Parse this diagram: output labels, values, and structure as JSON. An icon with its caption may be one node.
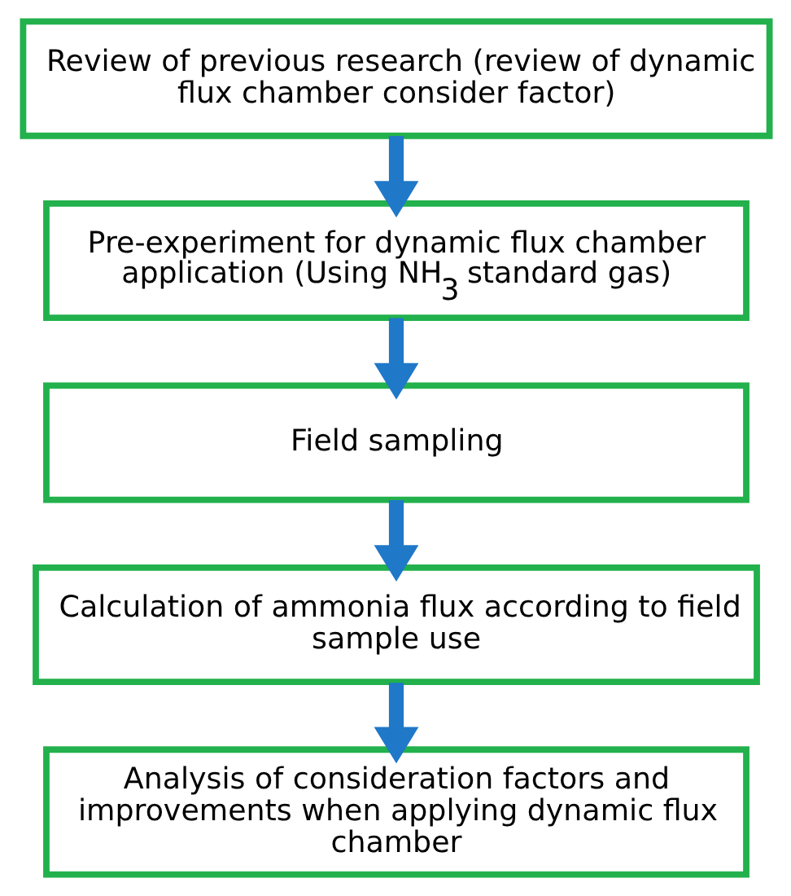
{
  "diagram": {
    "nodes": [
      {
        "text": [
          "Review of previous research (review of dynamic flux chamber consider factor)"
        ]
      },
      {
        "text": [
          "Pre-experiment for dynamic flux chamber application (Using NH$_{3}$ standard gas)"
        ]
      },
      {
        "text": [
          "Field sampling"
        ]
      },
      {
        "text": [
          "Calculation of ammonia flux according to field sample use"
        ]
      },
      {
        "text": [
          "Analysis of consideration factors and improvements when applying dynamic flux chamber"
        ]
      }
    ],
    "edges": [
      {
        "from": 0,
        "to": 1,
        "arrow": "to"
      },
      {
        "from": 1,
        "to": 2,
        "arrow": "to"
      },
      {
        "from": 2,
        "to": 3,
        "arrow": "to"
      },
      {
        "from": 3,
        "to": 4,
        "arrow": "to"
      }
    ]
  }
}
